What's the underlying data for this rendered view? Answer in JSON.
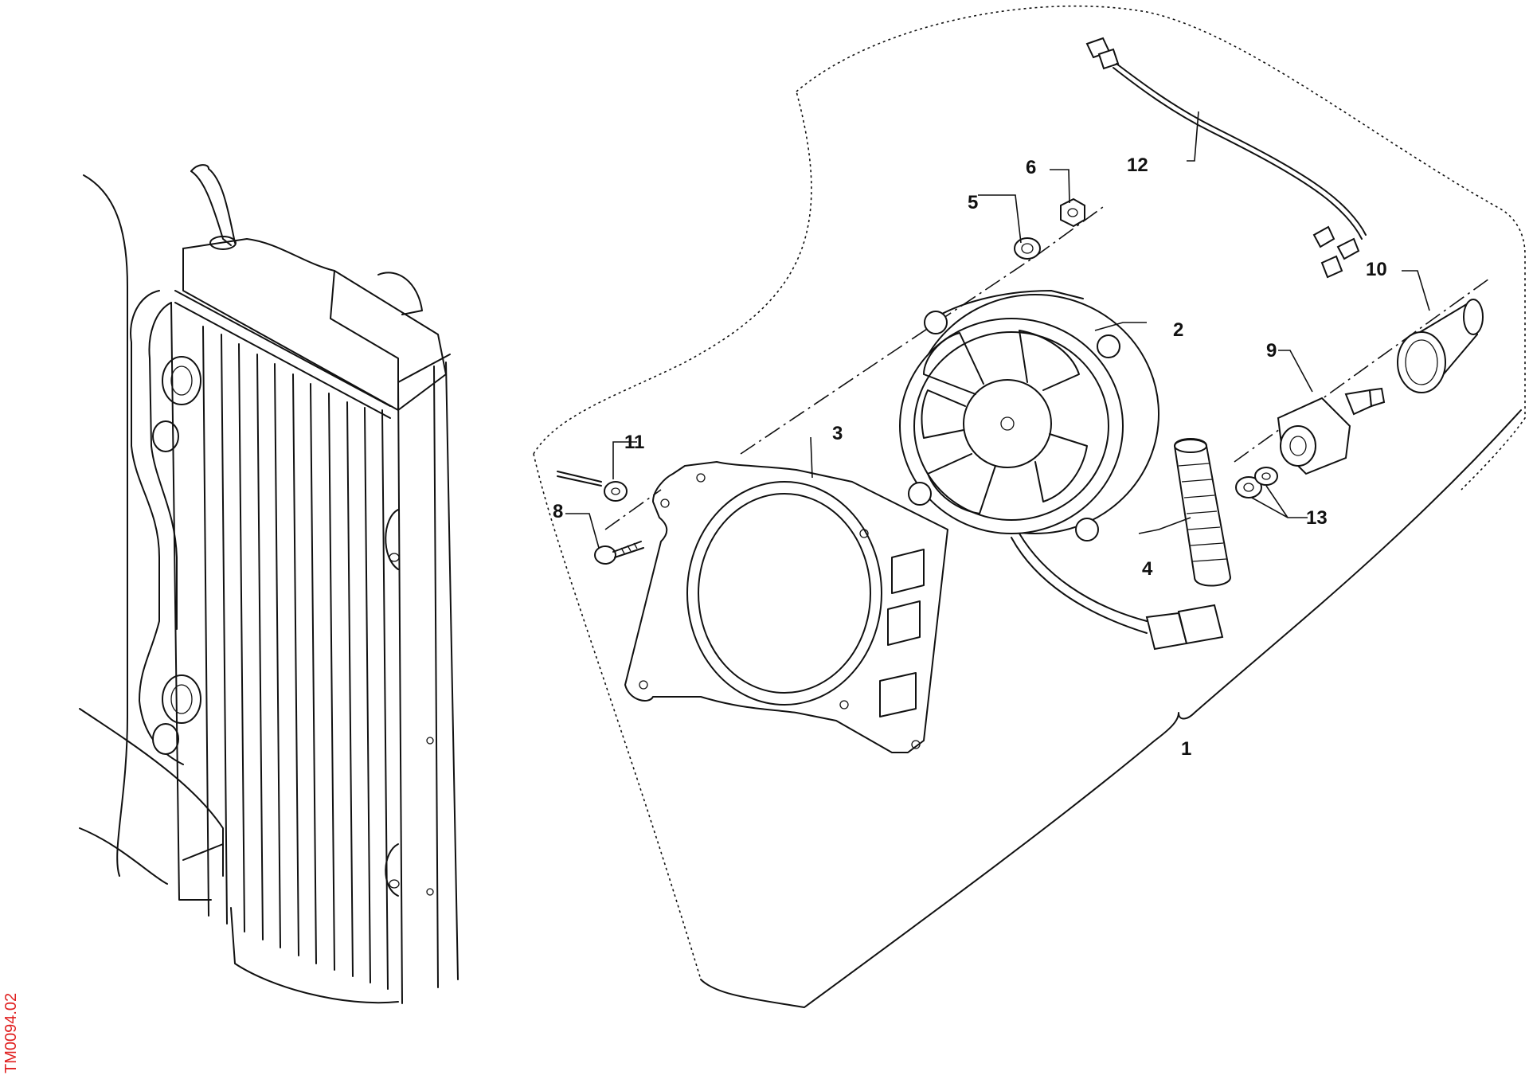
{
  "drawing_code": "TM0094.02",
  "colors": {
    "line": "#111111",
    "code": "#e02020",
    "background": "#ffffff"
  },
  "callouts": [
    {
      "id": "1",
      "label": "1"
    },
    {
      "id": "2",
      "label": "2"
    },
    {
      "id": "3",
      "label": "3"
    },
    {
      "id": "4",
      "label": "4"
    },
    {
      "id": "5",
      "label": "5"
    },
    {
      "id": "6",
      "label": "6"
    },
    {
      "id": "8",
      "label": "8"
    },
    {
      "id": "9",
      "label": "9"
    },
    {
      "id": "10",
      "label": "10"
    },
    {
      "id": "11",
      "label": "11"
    },
    {
      "id": "12",
      "label": "12"
    },
    {
      "id": "13",
      "label": "13"
    }
  ]
}
